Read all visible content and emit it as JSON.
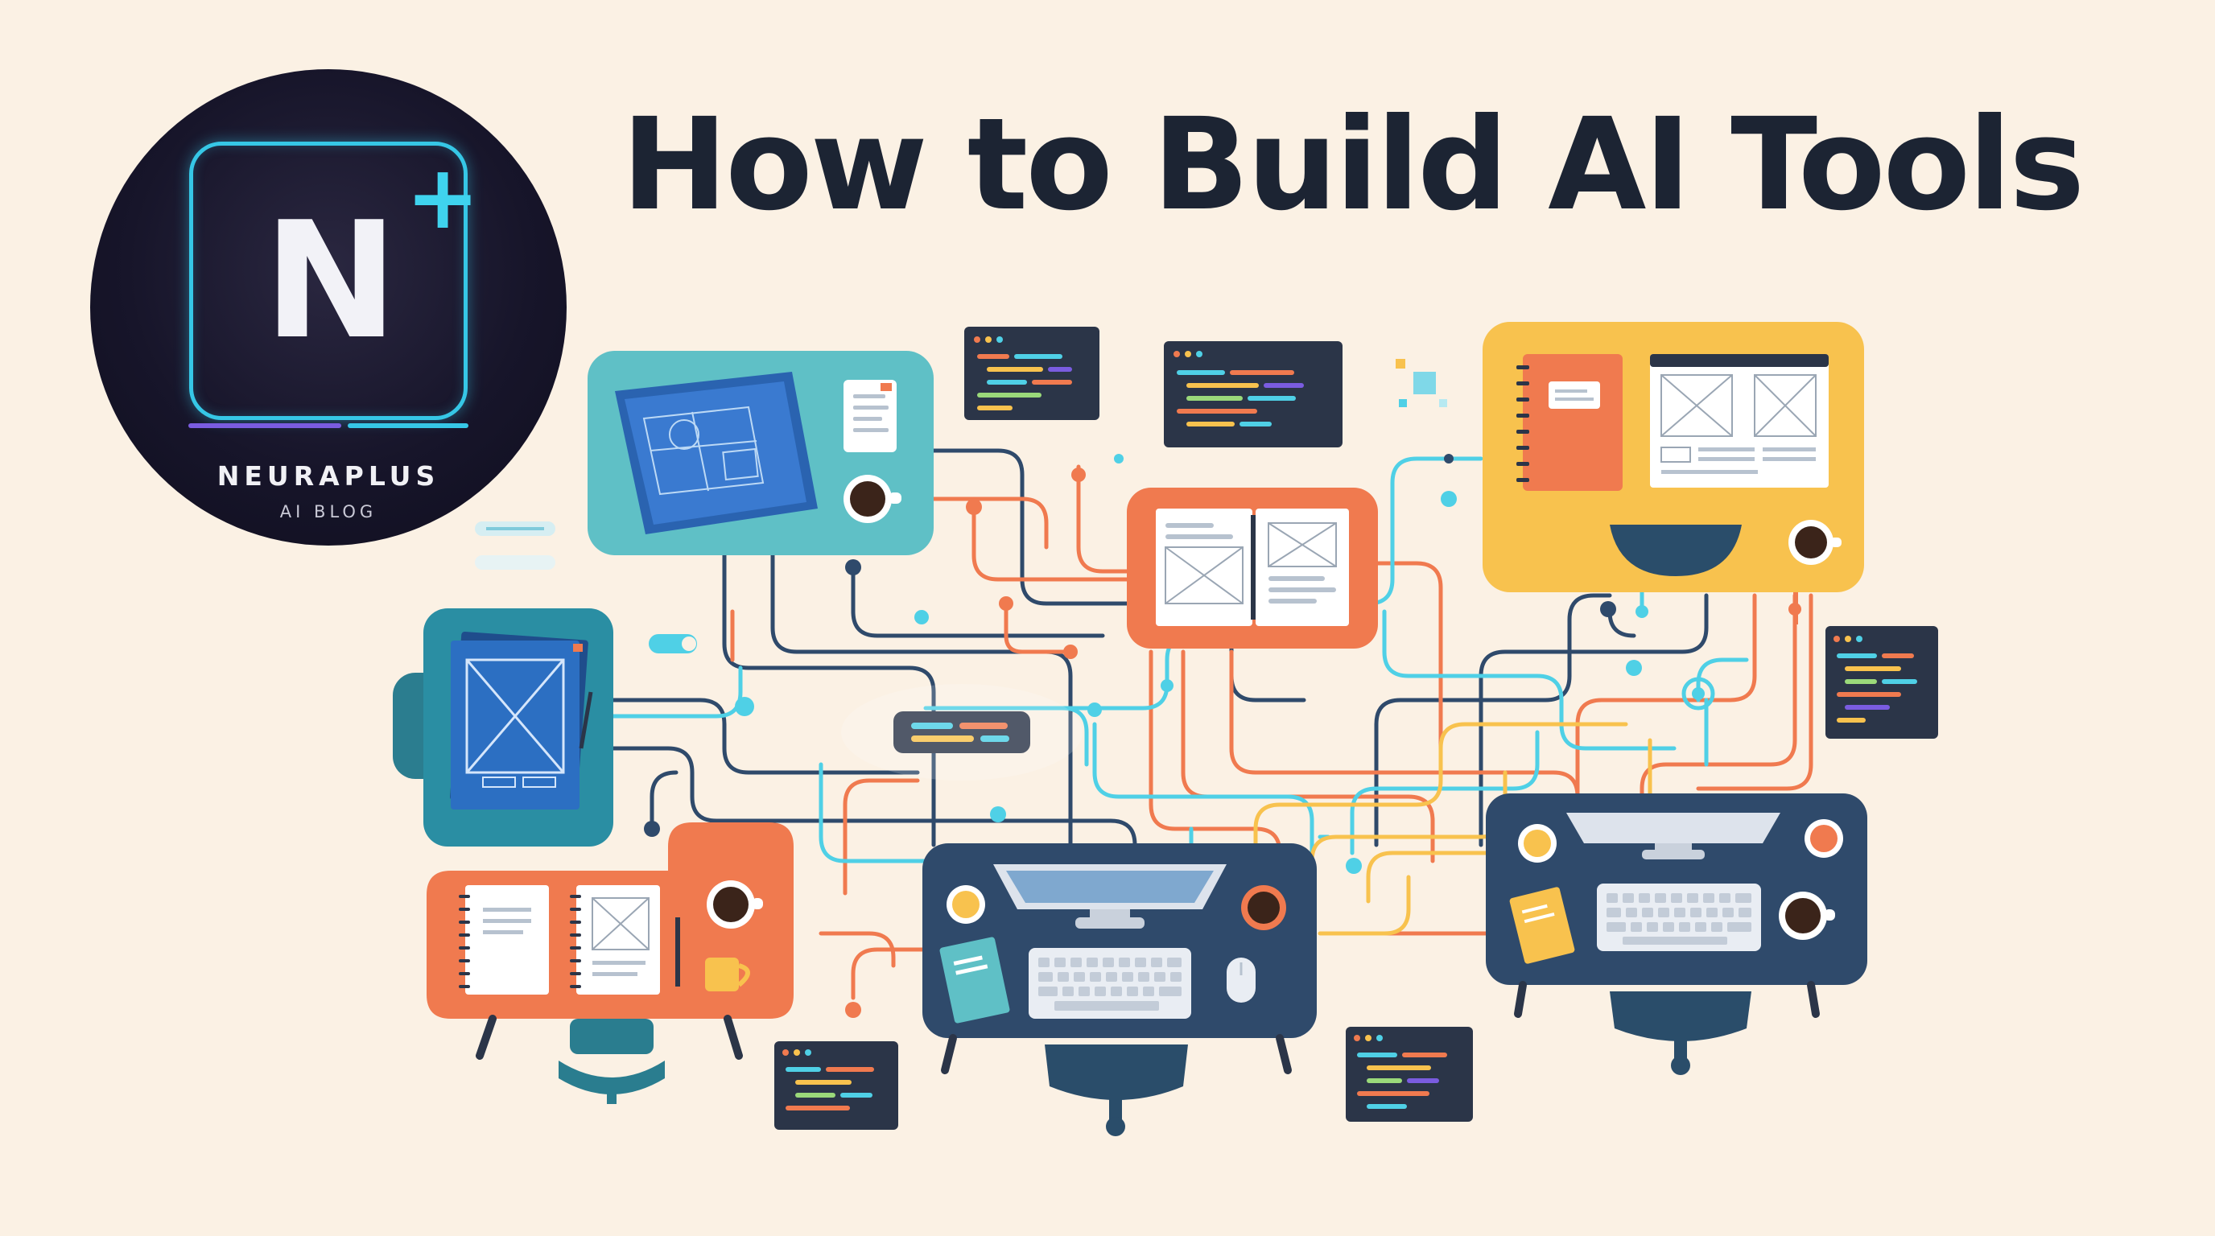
{
  "title": "How to Build AI Tools",
  "logo": {
    "letter": "N",
    "plus": "+",
    "name": "NEURAPLUS",
    "subtitle": "AI BLOG"
  },
  "colors": {
    "background": "#fbf1e4",
    "navy": "#2f4a6b",
    "teal": "#5fc0c6",
    "orange": "#f07a4f",
    "yellow": "#f8c24e",
    "cyan": "#4fd0e6",
    "code_panel": "#2b3548"
  },
  "illustration": {
    "icons": [
      "blueprint-icon",
      "notebook-icon",
      "wireframe-icon",
      "computer-icon",
      "keyboard-icon",
      "coffee-cup-icon",
      "code-snippet-icon",
      "chair-icon",
      "circuit-line-icon"
    ]
  }
}
